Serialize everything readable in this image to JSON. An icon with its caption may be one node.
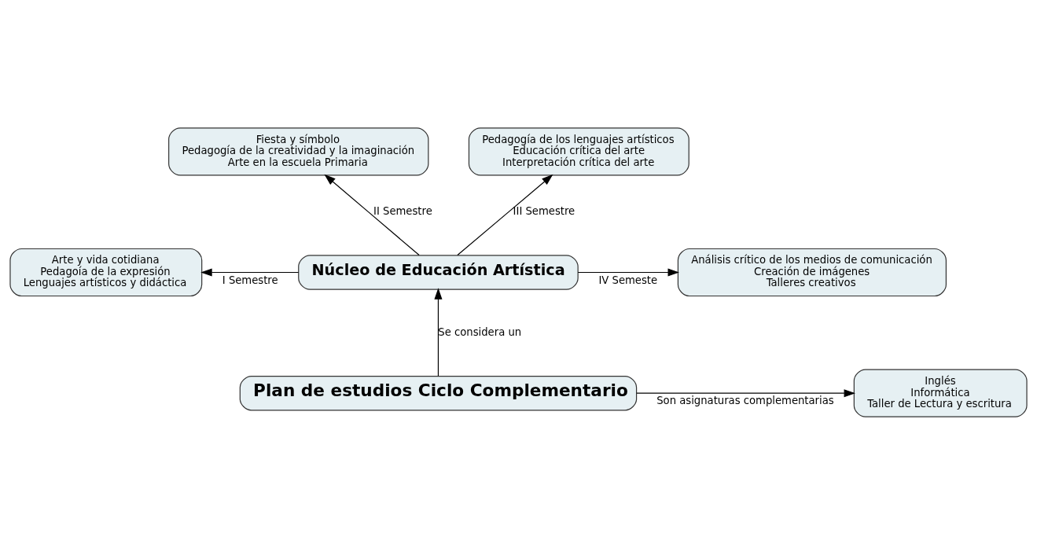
{
  "diagram": {
    "nodes": [
      {
        "text": [
          "Núcleo de Educación Artística"
        ]
      },
      {
        "text": [
          "Fiesta y símbolo",
          "Pedagogía de la creatividad y la imaginación",
          "Arte en la escuela Primaria"
        ]
      },
      {
        "text": [
          "Pedagogía de los lenguajes artísticos",
          "Educación crítica del arte",
          "Interpretación crítica del arte"
        ]
      },
      {
        "text": [
          "Arte y vida cotidiana",
          "Pedagoía de la expresión",
          "Lenguajes artísticos y didáctica"
        ]
      },
      {
        "text": [
          "Análisis crítico de los medios de comunicación",
          "Creación de imágenes",
          "Talleres creativos"
        ]
      },
      {
        "text": [
          "Plan de estudios Ciclo Complementario"
        ]
      },
      {
        "text": [
          "Inglés",
          "Informática",
          "Taller de Lectura y escritura"
        ]
      }
    ],
    "edges": [
      {
        "from": 0,
        "to": 1,
        "arrow": "to",
        "label": "II Semestre"
      },
      {
        "from": 0,
        "to": 2,
        "arrow": "to",
        "label": "III Semestre"
      },
      {
        "from": 0,
        "to": 3,
        "arrow": "to",
        "label": "I Semestre"
      },
      {
        "from": 0,
        "to": 4,
        "arrow": "to",
        "label": "IV Semeste"
      },
      {
        "from": 5,
        "to": 0,
        "arrow": "to",
        "label": "Se considera un"
      },
      {
        "from": 5,
        "to": 6,
        "arrow": "to",
        "label": "Son asignaturas complementarias"
      }
    ]
  }
}
